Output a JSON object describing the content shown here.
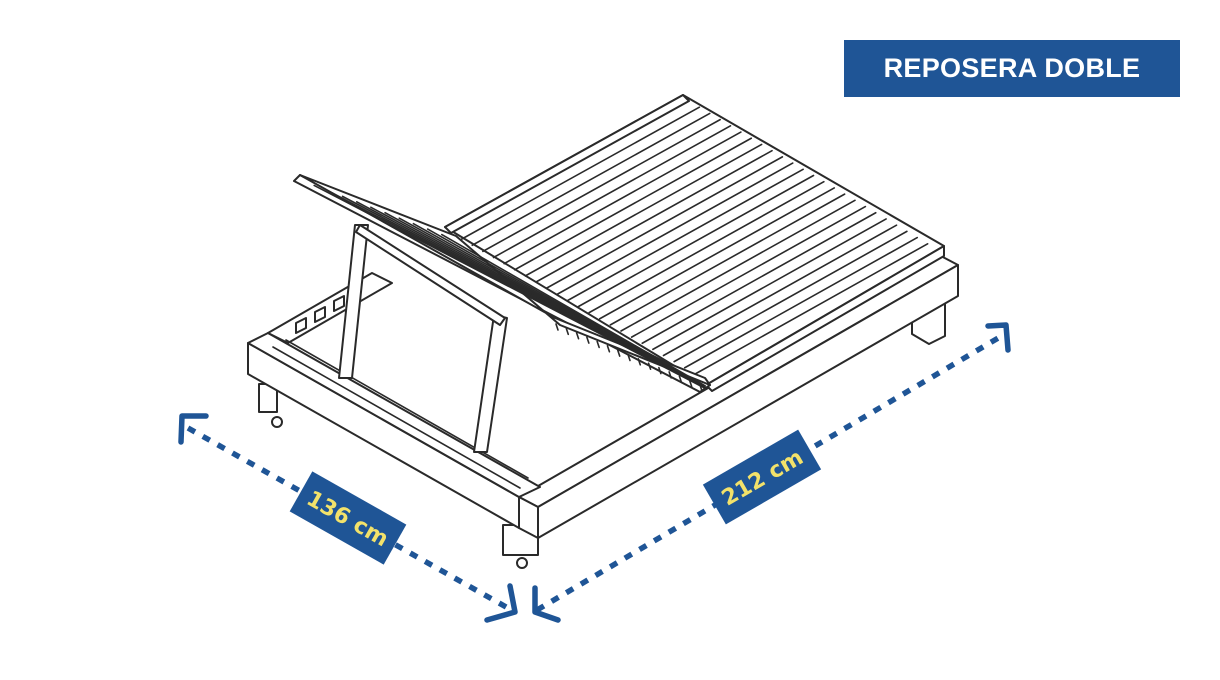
{
  "title": "REPOSERA DOBLE",
  "dimensions": {
    "width_label": "136 cm",
    "length_label": "212 cm"
  },
  "colors": {
    "accent_blue": "#1f5596",
    "label_text_yellow": "#f3e26a",
    "title_text": "#ffffff",
    "line_art": "#2a2a2a"
  }
}
